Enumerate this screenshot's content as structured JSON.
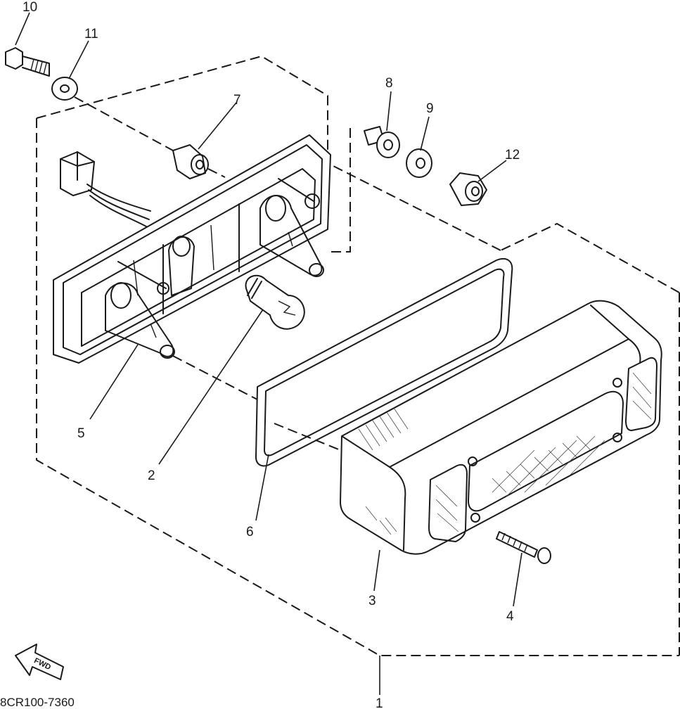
{
  "parts": [
    {
      "id": "p1",
      "number": "1"
    },
    {
      "id": "p2",
      "number": "2"
    },
    {
      "id": "p3",
      "number": "3"
    },
    {
      "id": "p4",
      "number": "4"
    },
    {
      "id": "p5",
      "number": "5"
    },
    {
      "id": "p6",
      "number": "6"
    },
    {
      "id": "p7",
      "number": "7"
    },
    {
      "id": "p8",
      "number": "8"
    },
    {
      "id": "p9",
      "number": "9"
    },
    {
      "id": "p10",
      "number": "10"
    },
    {
      "id": "p11",
      "number": "11"
    },
    {
      "id": "p12",
      "number": "12"
    }
  ],
  "direction_arrow": "FWD",
  "diagram_code": "8CR100-7360"
}
